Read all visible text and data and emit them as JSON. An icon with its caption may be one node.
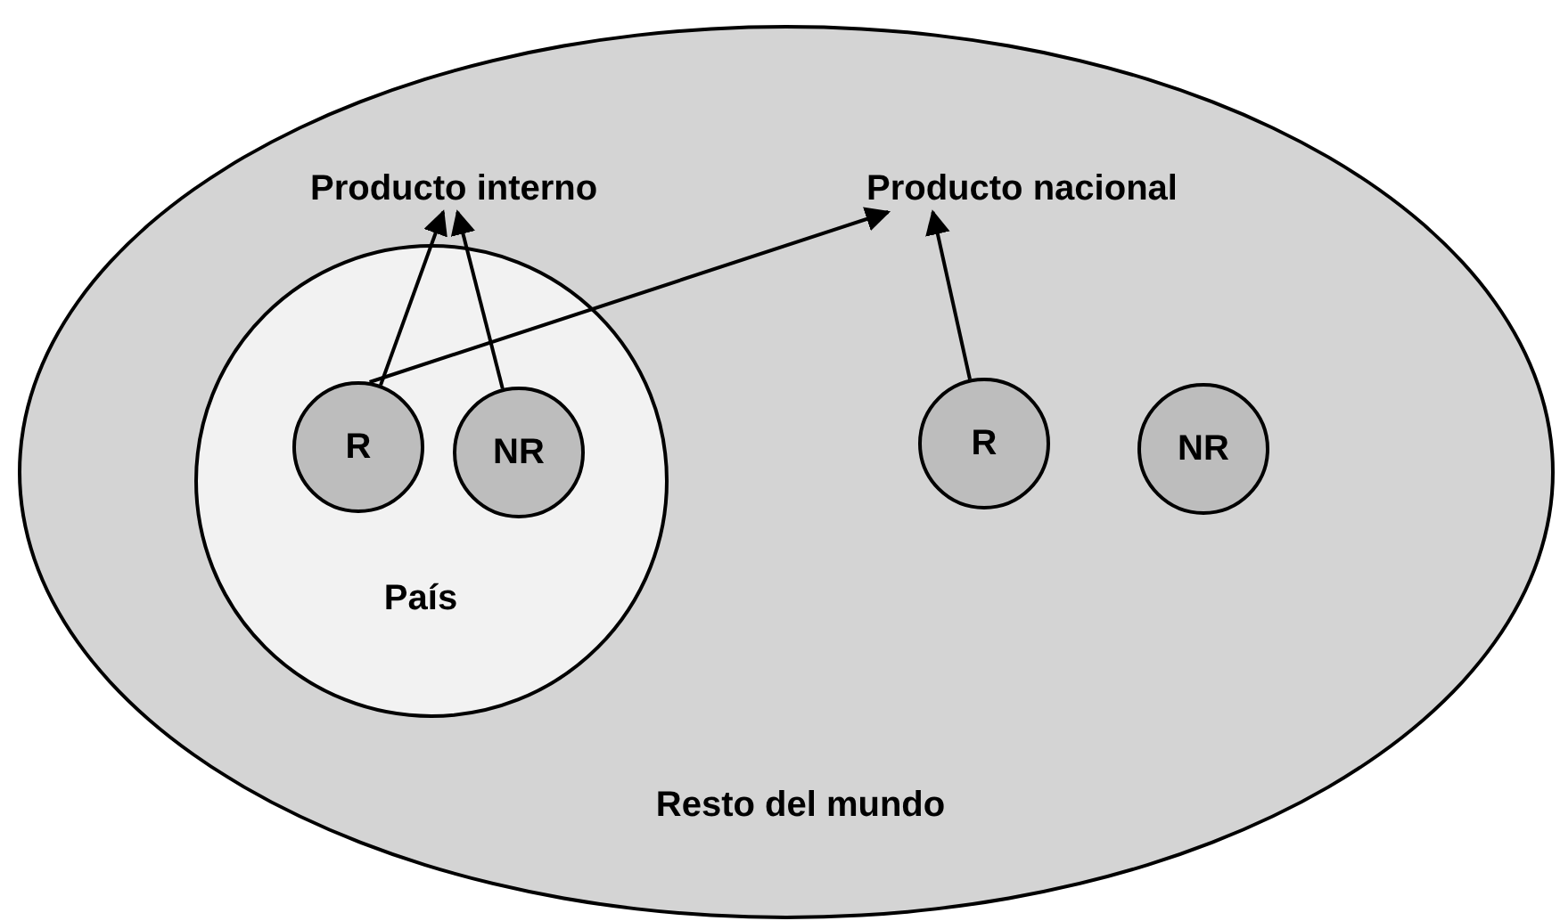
{
  "diagram": {
    "nodes": [
      {
        "text": [
          "Resto del mundo"
        ]
      },
      {
        "text": [
          "Producto interno"
        ],
        "in": 0
      },
      {
        "text": [
          "Producto nacional"
        ],
        "in": 0
      },
      {
        "text": [
          "País"
        ],
        "in": 0
      },
      {
        "text": [
          "R"
        ],
        "in": 3
      },
      {
        "text": [
          "NR"
        ],
        "in": 3
      },
      {
        "text": [
          "R"
        ],
        "in": 0
      },
      {
        "text": [
          "NR"
        ],
        "in": 0
      }
    ],
    "edges": [
      {
        "from": 4,
        "to": 1,
        "arrow": "to"
      },
      {
        "from": 5,
        "to": 1,
        "arrow": "to"
      },
      {
        "from": 4,
        "to": 2,
        "arrow": "to"
      },
      {
        "from": 6,
        "to": 2,
        "arrow": "to"
      }
    ]
  }
}
